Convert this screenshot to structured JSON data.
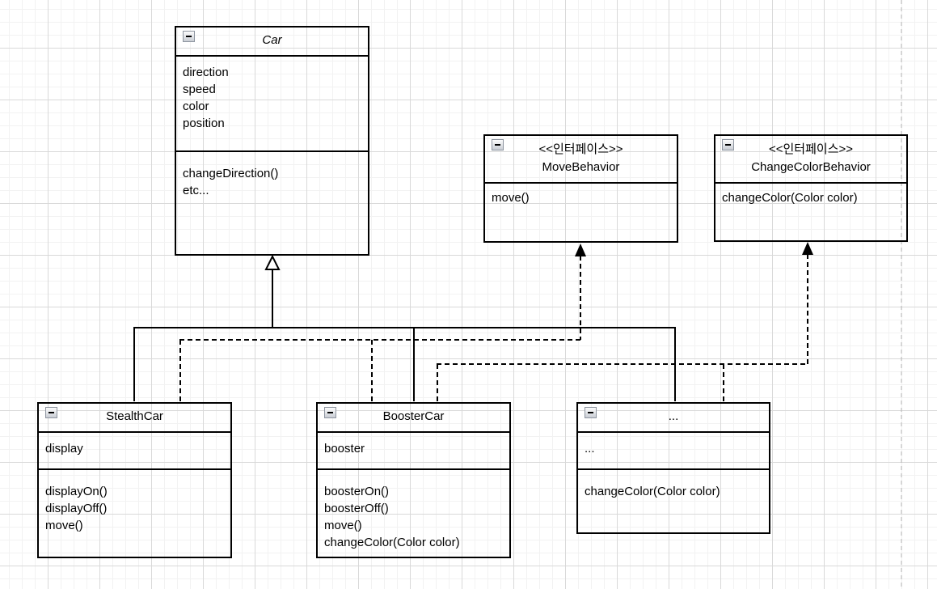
{
  "canvas": {
    "background": "#ffffff",
    "grid_minor_color": "#f2f2f2",
    "grid_major_color": "#d9d9d9",
    "page_break_color": "#b5b5b5",
    "connector_color": "#000000"
  },
  "classes": {
    "car": {
      "title": "Car",
      "fields": [
        "direction",
        "speed",
        "color",
        "position"
      ],
      "methods": [
        "changeDirection()",
        "etc..."
      ]
    },
    "move_behavior": {
      "stereotype": "<<인터페이스>>",
      "title": "MoveBehavior",
      "methods": [
        "move()"
      ]
    },
    "change_color_behavior": {
      "stereotype": "<<인터페이스>>",
      "title": "ChangeColorBehavior",
      "methods": [
        "changeColor(Color color)"
      ]
    },
    "stealth_car": {
      "title": "StealthCar",
      "fields": [
        "display"
      ],
      "methods": [
        "displayOn()",
        "displayOff()",
        "move()"
      ]
    },
    "booster_car": {
      "title": "BoosterCar",
      "fields": [
        "booster"
      ],
      "methods": [
        "boosterOn()",
        "boosterOff()",
        "move()",
        "changeColor(Color color)"
      ]
    },
    "etc_class": {
      "title": "...",
      "fields": [
        "..."
      ],
      "methods": [
        "changeColor(Color color)"
      ]
    }
  }
}
